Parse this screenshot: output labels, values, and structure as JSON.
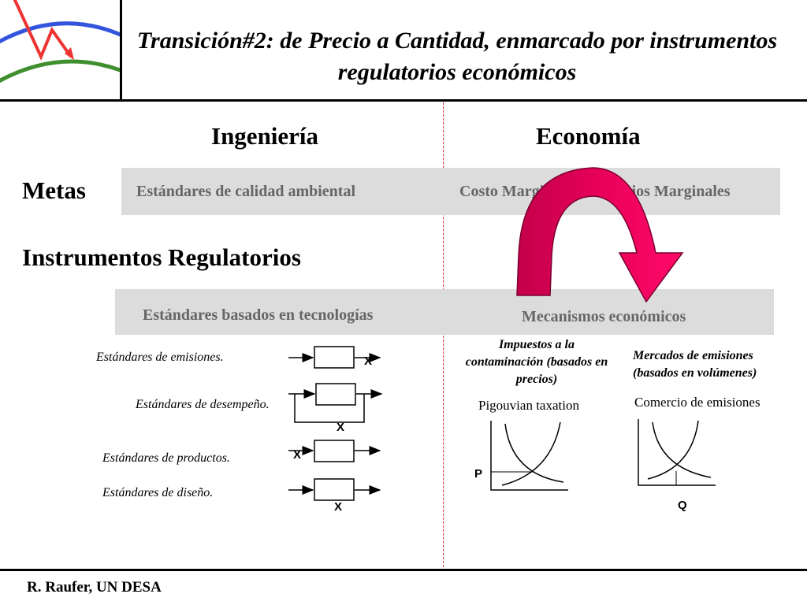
{
  "title": "Transición#2: de Precio a Cantidad, enmarcado por instrumentos regulatorios económicos",
  "columns": {
    "left": "Ingeniería",
    "right": "Economía"
  },
  "rows": {
    "goals": "Metas",
    "instruments": "Instrumentos Regulatorios"
  },
  "goals_band": {
    "left": "Estándares de calidad ambiental",
    "right": "Costo Marginal = Beneficios Marginales"
  },
  "instruments_band": {
    "left": "Estándares basados en tecnologías",
    "right": "Mecanismos económicos"
  },
  "standards": [
    {
      "label": "Estándares de emisiones.",
      "x_mark": "X"
    },
    {
      "label": "Estándares de desempeño.",
      "x_mark": "X"
    },
    {
      "label": "Estándares de productos.",
      "x_mark": "X"
    },
    {
      "label": "Estándares de diseño.",
      "x_mark": "X"
    }
  ],
  "taxes": {
    "heading": "Impuestos a la contaminación (basados en precios)",
    "subtitle": "Pigouvian taxation",
    "axis_mark": "P"
  },
  "markets": {
    "heading": "Mercados de emisiones (basados en volúmenes)",
    "subtitle": "Comercio de emisiones",
    "axis_mark": "Q"
  },
  "footer": "R. Raufer, UN DESA",
  "colors": {
    "band": "#dcdcdc",
    "band_text": "#666666",
    "arrow_fill": "#e8005a",
    "divider": "#e03030",
    "logo_blue": "#3355dd",
    "logo_green": "#3f8f2f",
    "logo_red": "#ee3333"
  },
  "icons": {
    "transition_arrow": "curved-arrow-icon",
    "logo": "logo-icon"
  }
}
